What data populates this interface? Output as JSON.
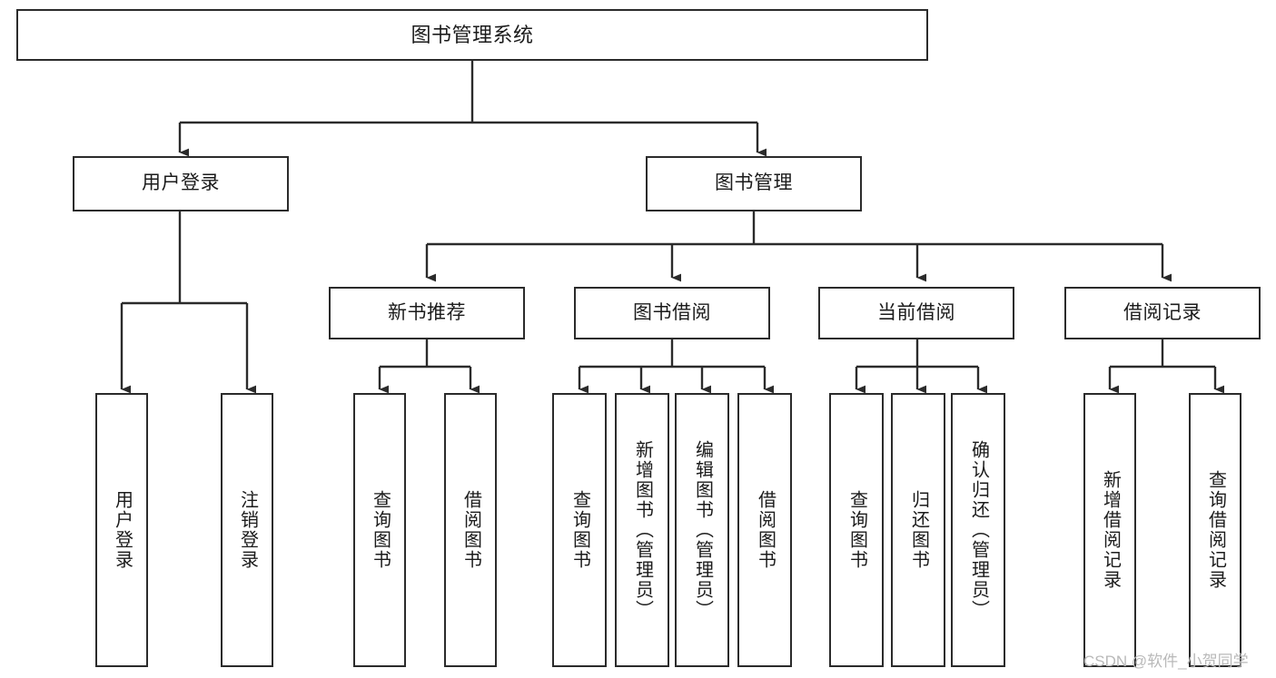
{
  "diagram": {
    "title": "图书管理系统",
    "type": "tree-hierarchy",
    "root": {
      "id": "root",
      "label": "图书管理系统"
    },
    "level2": [
      {
        "id": "user-login",
        "label": "用户登录"
      },
      {
        "id": "book-manage",
        "label": "图书管理"
      }
    ],
    "level3": [
      {
        "id": "new-book-recommend",
        "label": "新书推荐",
        "parent": "book-manage"
      },
      {
        "id": "book-borrow",
        "label": "图书借阅",
        "parent": "book-manage"
      },
      {
        "id": "current-borrow",
        "label": "当前借阅",
        "parent": "book-manage"
      },
      {
        "id": "borrow-record",
        "label": "借阅记录",
        "parent": "book-manage"
      }
    ],
    "leaves": [
      {
        "id": "leaf-user-login",
        "label": "用户登录",
        "parent": "user-login"
      },
      {
        "id": "leaf-user-logout",
        "label": "注销登录",
        "parent": "user-login"
      },
      {
        "id": "leaf-query-book-1",
        "label": "查询图书",
        "parent": "new-book-recommend"
      },
      {
        "id": "leaf-borrow-book-1",
        "label": "借阅图书",
        "parent": "new-book-recommend"
      },
      {
        "id": "leaf-query-book-2",
        "label": "查询图书",
        "parent": "book-borrow"
      },
      {
        "id": "leaf-add-book",
        "label": "新增图书（管理员）",
        "parent": "book-borrow"
      },
      {
        "id": "leaf-edit-book",
        "label": "编辑图书（管理员）",
        "parent": "book-borrow"
      },
      {
        "id": "leaf-borrow-book-2",
        "label": "借阅图书",
        "parent": "book-borrow"
      },
      {
        "id": "leaf-query-book-3",
        "label": "查询图书",
        "parent": "current-borrow"
      },
      {
        "id": "leaf-return-book",
        "label": "归还图书",
        "parent": "current-borrow"
      },
      {
        "id": "leaf-confirm-return",
        "label": "确认归还（管理员）",
        "parent": "current-borrow"
      },
      {
        "id": "leaf-add-record",
        "label": "新增借阅记录",
        "parent": "borrow-record"
      },
      {
        "id": "leaf-query-record",
        "label": "查询借阅记录",
        "parent": "borrow-record"
      }
    ]
  },
  "watermark": {
    "text": "CSDN @软件_小贺同学"
  },
  "colors": {
    "border": "#2b2b2b",
    "background": "#ffffff",
    "text": "#1b1b1b",
    "watermark": "#b9b9b9"
  }
}
